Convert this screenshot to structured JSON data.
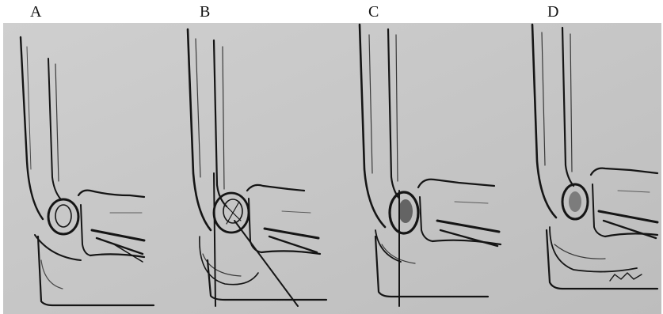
{
  "panels": [
    {
      "label": "A"
    },
    {
      "label": "B"
    },
    {
      "label": "C"
    },
    {
      "label": "D"
    }
  ],
  "colors": {
    "page_background": "#ffffff",
    "photo_background": "#c9c9c9",
    "ink": "#151515"
  }
}
